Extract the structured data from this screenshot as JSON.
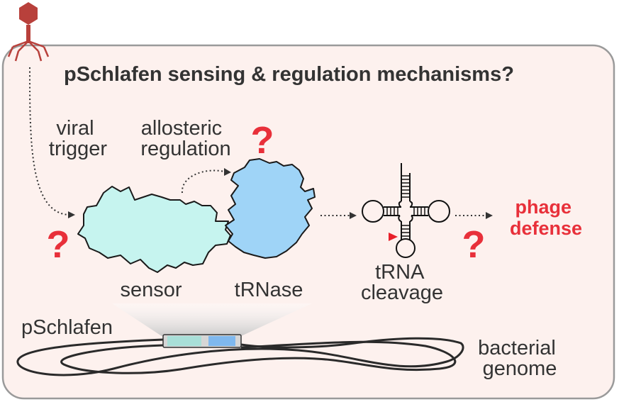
{
  "title": "pSchlafen sensing & regulation mechanisms?",
  "labels": {
    "viral_trigger": [
      "viral",
      "trigger"
    ],
    "allosteric_regulation": [
      "allosteric",
      "regulation"
    ],
    "sensor": "sensor",
    "trnase": "tRNase",
    "trna_cleavage": [
      "tRNA",
      "cleavage"
    ],
    "phage_defense": [
      "phage",
      "defense"
    ],
    "pschlafen": "pSchlafen",
    "bacterial_genome": [
      "bacterial",
      "genome"
    ]
  },
  "question_mark": "?",
  "colors": {
    "panel_fill": "#fdf1ee",
    "panel_stroke": "#9a9a9a",
    "sensor_fill": "#c6f4ef",
    "trnase_fill": "#9fd4f7",
    "phage": "#b8403b",
    "accent_red": "#e8303a",
    "text": "#333333"
  }
}
